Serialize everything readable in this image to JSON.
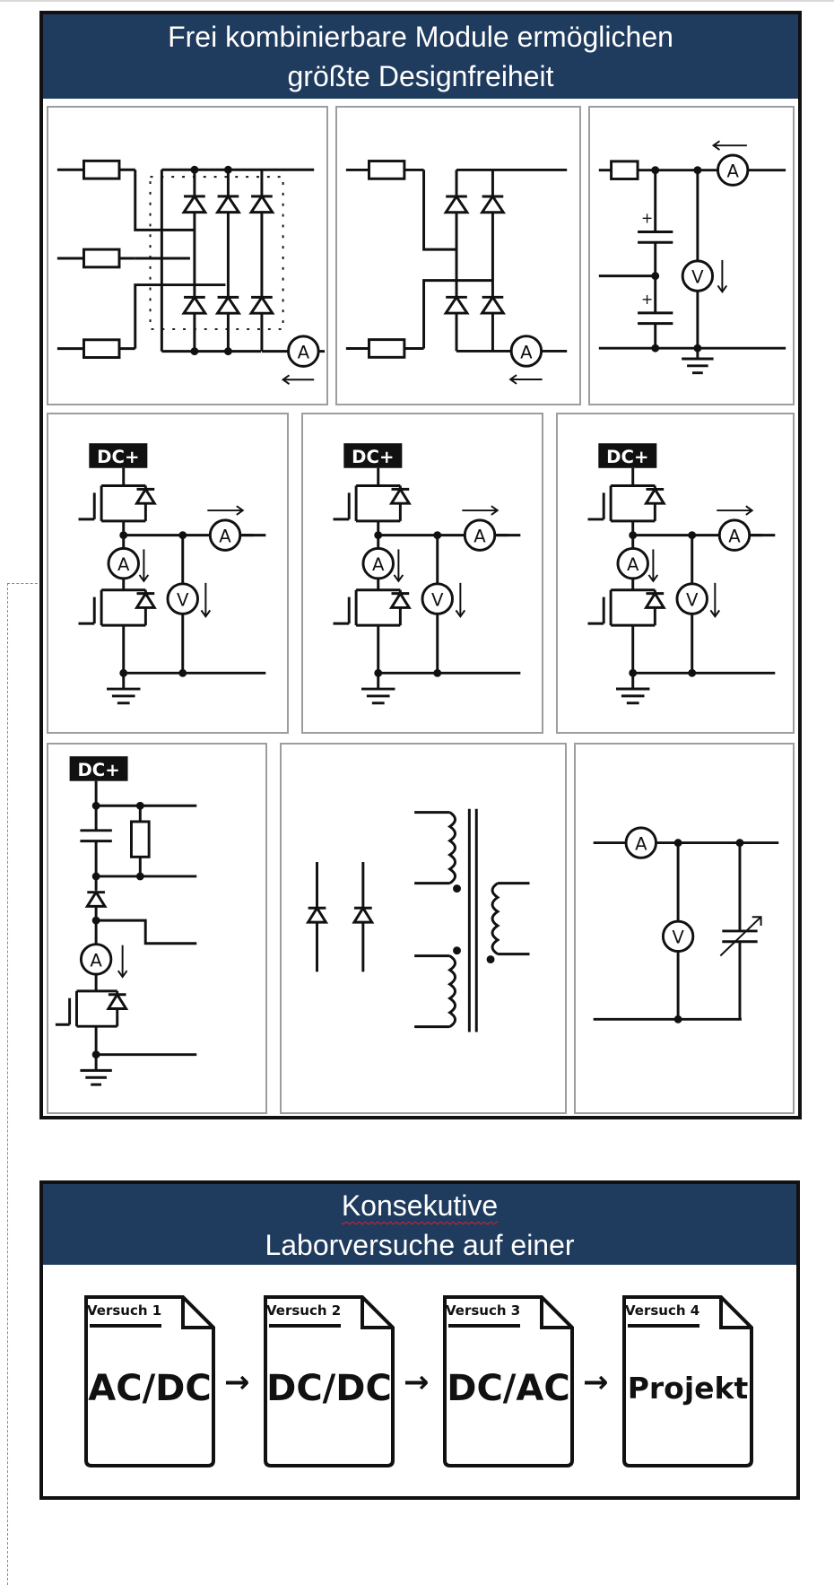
{
  "modules_panel": {
    "title_line1": "Frei kombinierbare Module ermöglichen",
    "title_line2": "größte Designfreiheit",
    "symbols": {
      "ammeter": "A",
      "voltmeter": "V",
      "dc_plus": "DC+"
    }
  },
  "experiments_panel": {
    "title_part1": "Konsekutive",
    "title_part2": " Laborversuche auf einer",
    "title_line2": "Hardwareplattform",
    "documents": [
      {
        "label": "Versuch 1",
        "title": "AC/DC"
      },
      {
        "label": "Versuch 2",
        "title": "DC/DC"
      },
      {
        "label": "Versuch 3",
        "title": "DC/AC"
      },
      {
        "label": "Versuch 4",
        "title": "Projekt"
      }
    ],
    "arrow_glyph": "→"
  },
  "colors": {
    "header_background": "#1f3b5e",
    "header_text": "#ffffff",
    "frame": "#111111",
    "spellcheck_underline": "#e0212e"
  }
}
